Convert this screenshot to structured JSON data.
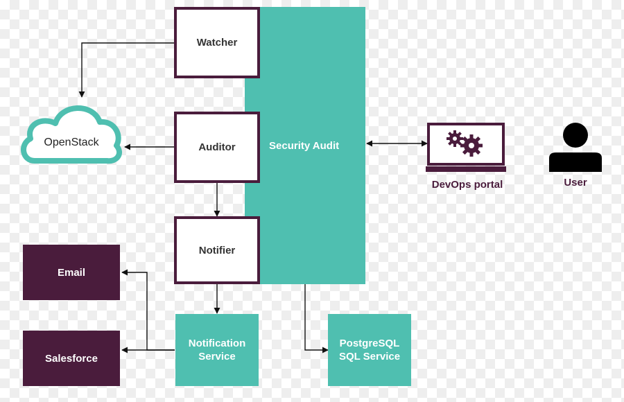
{
  "colors": {
    "primary": "#4a1c3c",
    "accent": "#4fbfb0",
    "line": "#111111",
    "text_dark": "#333333",
    "text_light": "#ffffff"
  },
  "nodes": {
    "watcher": "Watcher",
    "auditor": "Auditor",
    "notifier": "Notifier",
    "security_audit": "Security Audit",
    "openstack": "OpenStack",
    "email": "Email",
    "salesforce": "Salesforce",
    "notification_service": "Notification\nService",
    "postgresql_service": "PostgreSQL\nSQL Service",
    "devops_portal": "DevOps portal",
    "user": "User"
  },
  "icons": {
    "openstack": "cloud-icon",
    "devops_portal": "monitor-gears-icon",
    "user": "user-icon"
  }
}
